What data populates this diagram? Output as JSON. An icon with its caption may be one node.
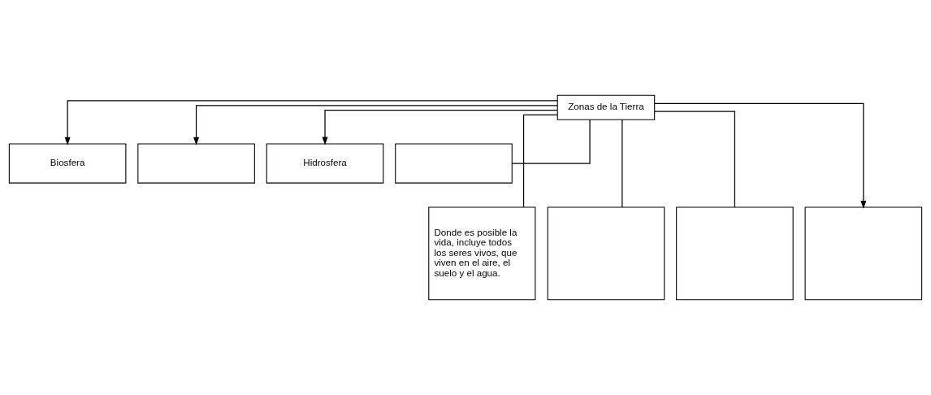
{
  "diagram": {
    "nodes": [
      {
        "text": [
          "Zonas de la Tierra"
        ]
      },
      {
        "text": [
          "Biosfera"
        ]
      },
      {
        "text": [],
        "shape": "box"
      },
      {
        "text": [
          "Hidrosfera"
        ]
      },
      {
        "text": [],
        "shape": "box"
      },
      {
        "text": [
          "Donde es posible la vida, incluye todos los seres vivos, que viven en el aire, el suelo y el agua."
        ]
      },
      {
        "text": [],
        "shape": "box"
      },
      {
        "text": [],
        "shape": "box"
      },
      {
        "text": [],
        "shape": "box"
      }
    ],
    "edges": [
      {
        "from": 0,
        "to": 1,
        "arrow": "to"
      },
      {
        "from": 0,
        "to": 2,
        "arrow": "to"
      },
      {
        "from": 0,
        "to": 3,
        "arrow": "to"
      },
      {
        "from": 0,
        "to": 4,
        "arrow": "none"
      },
      {
        "from": 0,
        "to": 5,
        "arrow": "none"
      },
      {
        "from": 0,
        "to": 6,
        "arrow": "none"
      },
      {
        "from": 0,
        "to": 7,
        "arrow": "none"
      },
      {
        "from": 0,
        "to": 8,
        "arrow": "to"
      }
    ]
  }
}
